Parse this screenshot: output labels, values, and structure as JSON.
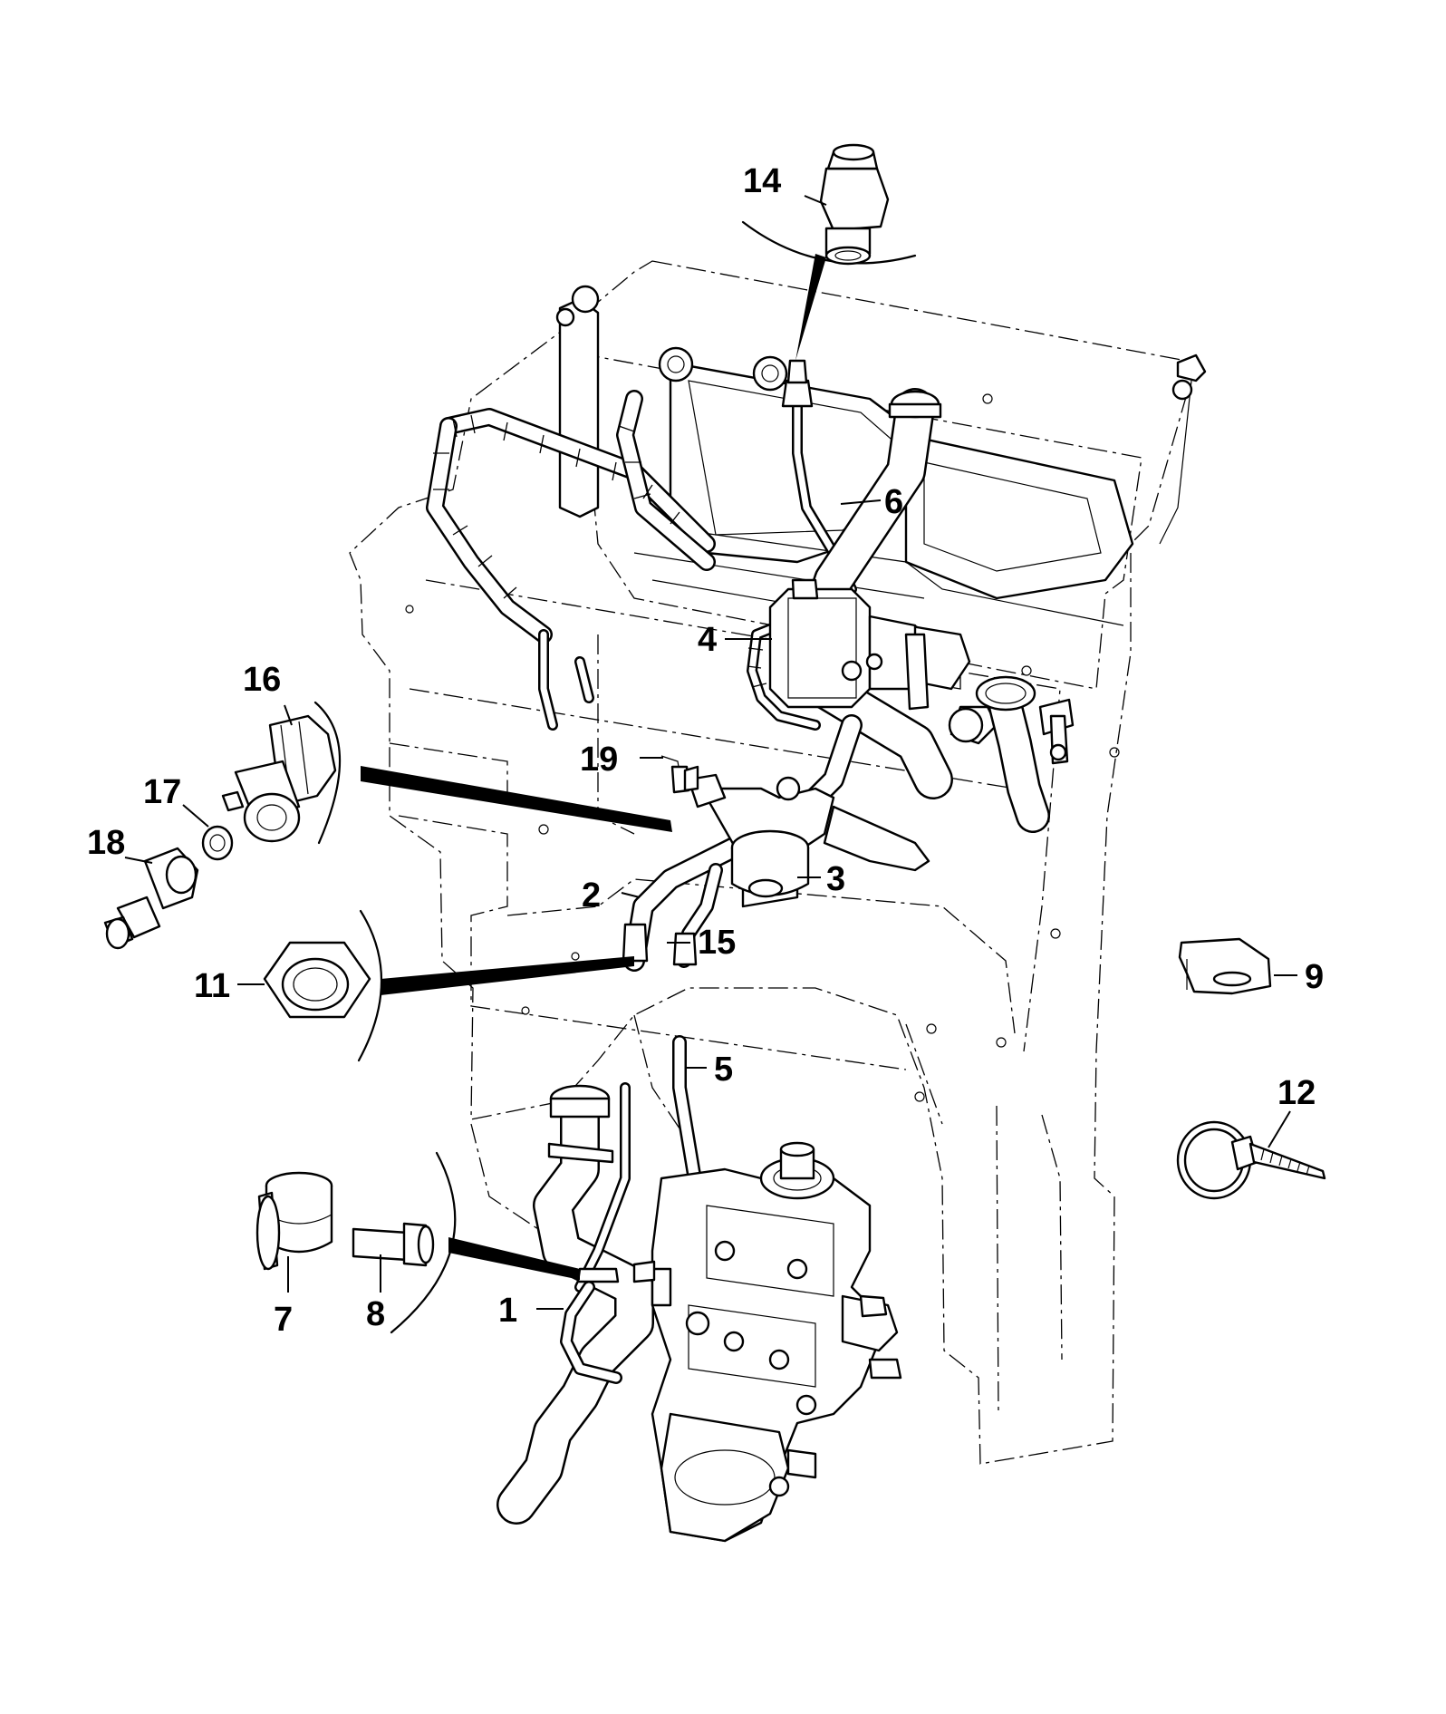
{
  "callouts": {
    "c1": "1",
    "c2": "2",
    "c3": "3",
    "c4": "4",
    "c5": "5",
    "c6": "6",
    "c7": "7",
    "c8": "8",
    "c9": "9",
    "c11": "11",
    "c12": "12",
    "c14": "14",
    "c15": "15",
    "c16": "16",
    "c17": "17",
    "c18": "18",
    "c19": "19"
  },
  "parts": {
    "hoses": [
      "hose",
      "hose",
      "hose",
      "hose",
      "hose",
      "hose"
    ],
    "fittings": [
      "fitting",
      "washer",
      "fitting",
      "fitting"
    ],
    "fasteners": [
      "clamp",
      "bolt",
      "nut",
      "clip",
      "cable-tie"
    ],
    "components": [
      "pump",
      "cooler",
      "filter-head",
      "frame"
    ]
  },
  "colors": {
    "line": "#000000",
    "background": "#ffffff"
  }
}
